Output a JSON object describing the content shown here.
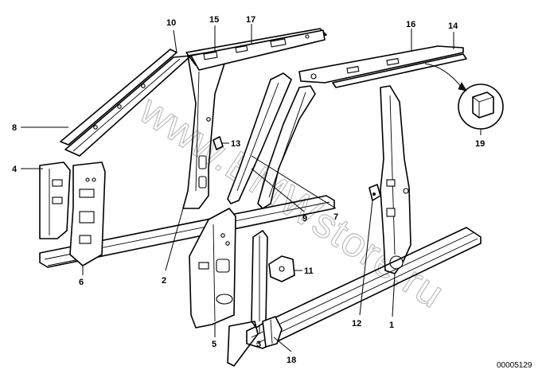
{
  "callouts": [
    {
      "id": "c1",
      "label": "1"
    },
    {
      "id": "c2",
      "label": "2"
    },
    {
      "id": "c3",
      "label": "3"
    },
    {
      "id": "c4",
      "label": "4"
    },
    {
      "id": "c5",
      "label": "5"
    },
    {
      "id": "c6",
      "label": "6"
    },
    {
      "id": "c7",
      "label": "7"
    },
    {
      "id": "c8",
      "label": "8"
    },
    {
      "id": "c9",
      "label": "9"
    },
    {
      "id": "c10",
      "label": "10"
    },
    {
      "id": "c11",
      "label": "11"
    },
    {
      "id": "c12",
      "label": "12"
    },
    {
      "id": "c13",
      "label": "13"
    },
    {
      "id": "c14",
      "label": "14"
    },
    {
      "id": "c15",
      "label": "15"
    },
    {
      "id": "c16",
      "label": "16"
    },
    {
      "id": "c17",
      "label": "17"
    },
    {
      "id": "c18",
      "label": "18"
    },
    {
      "id": "c19",
      "label": "19"
    }
  ],
  "watermark": "www.BMWstore.ru",
  "document_number": "00005129"
}
